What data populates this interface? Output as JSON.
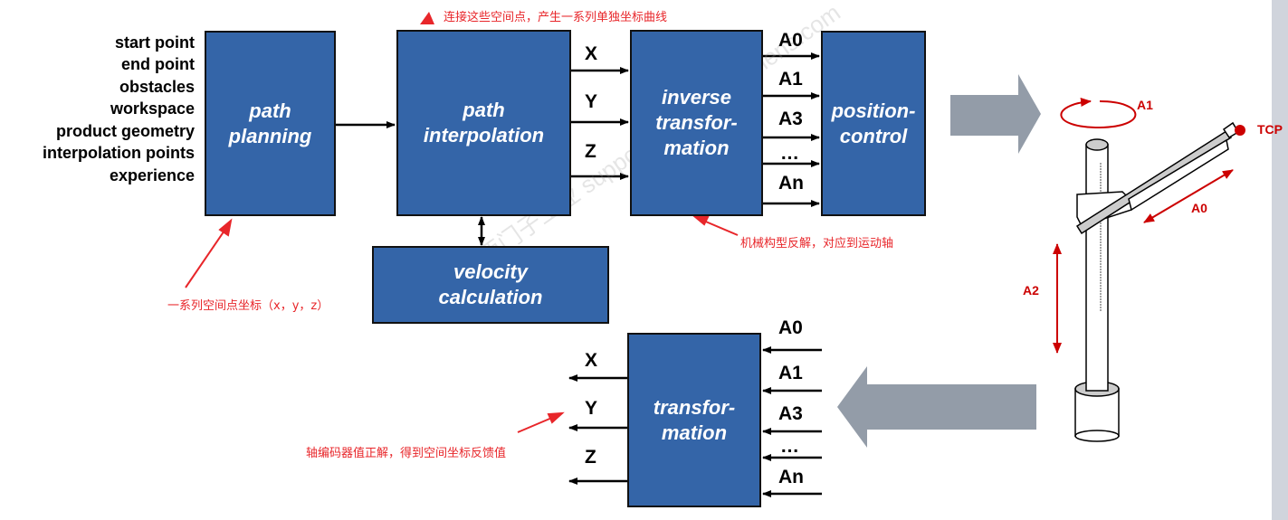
{
  "inputs": [
    "start point",
    "end point",
    "obstacles",
    "workspace",
    "product geometry",
    "interpolation points",
    "experience"
  ],
  "blocks": {
    "path_planning": "path\nplanning",
    "path_interpolation": "path\ninterpolation",
    "inverse_transformation": "inverse\ntransfor-\nmation",
    "position_control": "position-\ncontrol",
    "velocity_calculation": "velocity\ncalculation",
    "transformation": "transfor-\nmation"
  },
  "coords": [
    "X",
    "Y",
    "Z"
  ],
  "axes": [
    "A0",
    "A1",
    "A3",
    "…",
    "An"
  ],
  "annotations": {
    "top": "连接这些空间点，产生一系列单独坐标曲线",
    "left": "一系列空间点坐标（x，y，z）",
    "inverse": "机械构型反解，对应到运动轴",
    "bottom": "轴编码器值正解，得到空间坐标反馈值"
  },
  "robot": {
    "a1": "A1",
    "tcp": "TCP",
    "a0": "A0",
    "a2": "A2"
  },
  "watermark": "西门子工业 support.industry.siemens.com",
  "colors": {
    "block": "#3465a8",
    "annotation": "#e8262a",
    "big_arrow": "#939ca8"
  }
}
